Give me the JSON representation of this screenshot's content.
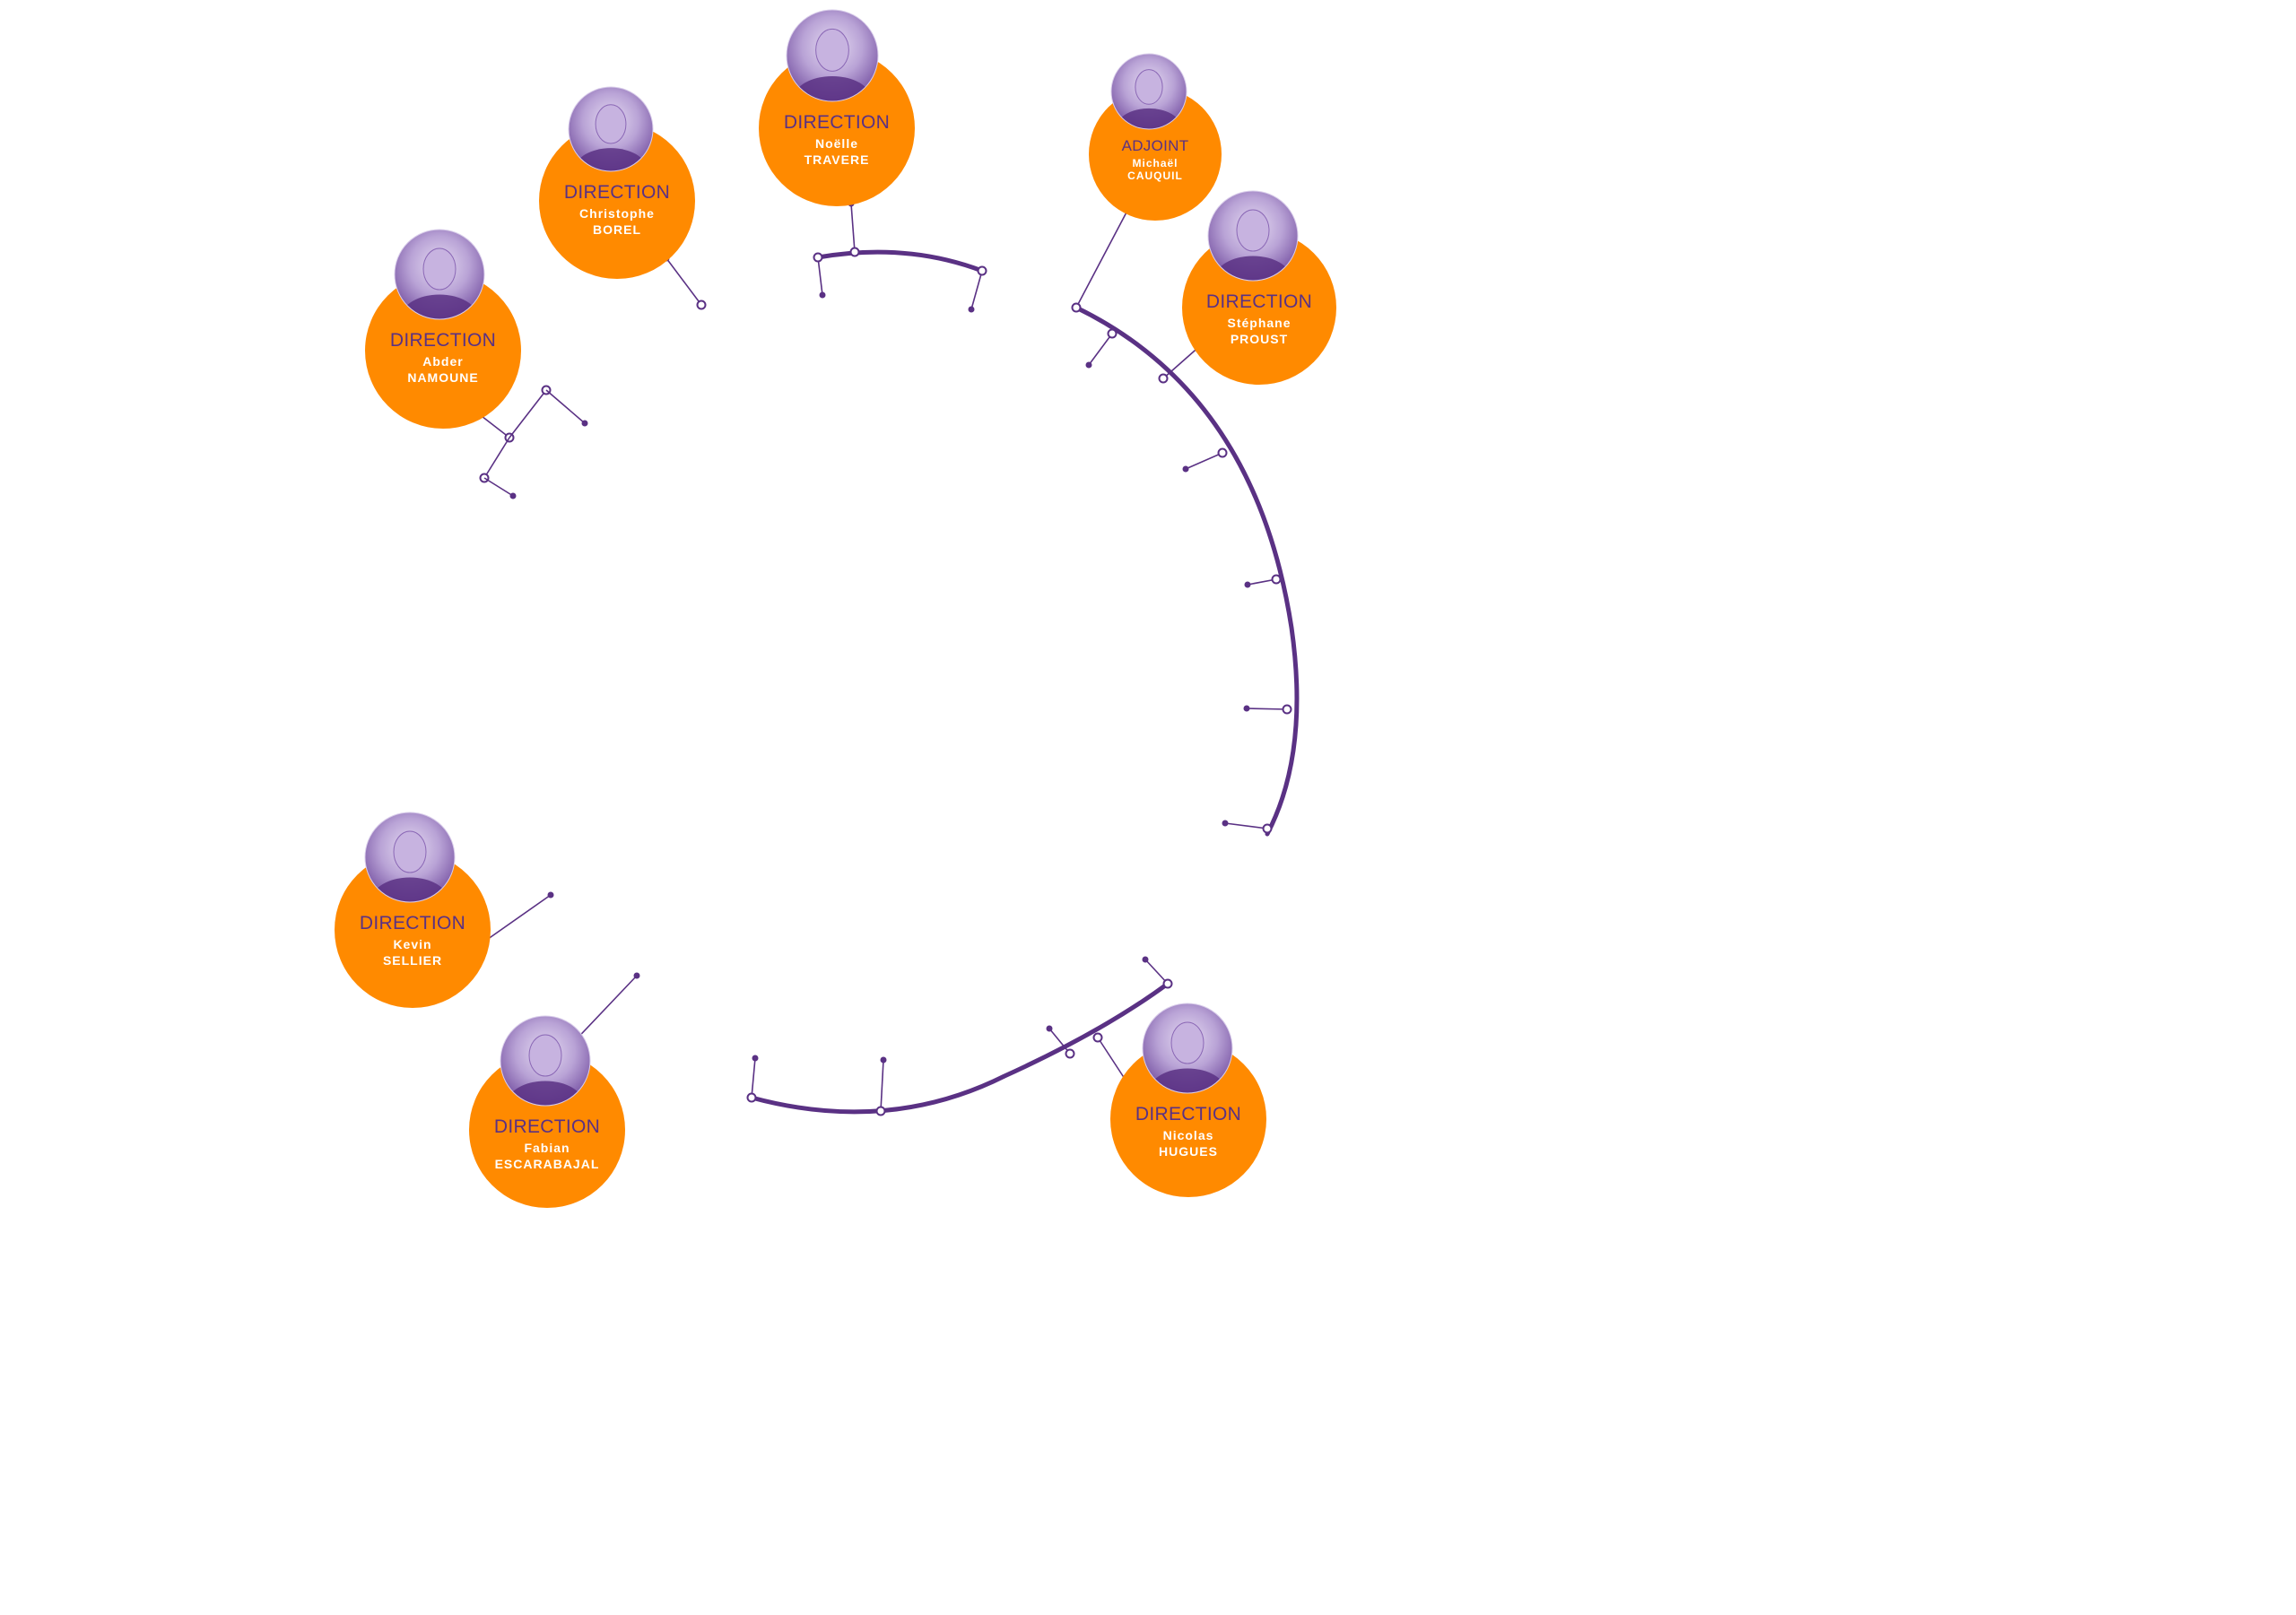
{
  "diagram": {
    "colors": {
      "node_fill": "#ff8a00",
      "line": "#5a3184",
      "photo_tint": "#a98fcb",
      "photo_dark": "#5a3184",
      "background": "#ffffff"
    },
    "people": [
      {
        "id": "travere",
        "role": "DIRECTION",
        "first": "Noëlle",
        "last": "TRAVERE"
      },
      {
        "id": "borel",
        "role": "DIRECTION",
        "first": "Christophe",
        "last": "BOREL"
      },
      {
        "id": "namoune",
        "role": "DIRECTION",
        "first": "Abder",
        "last": "NAMOUNE"
      },
      {
        "id": "cauquil",
        "role": "ADJOINT",
        "first": "Michaël",
        "last": "CAUQUIL"
      },
      {
        "id": "proust",
        "role": "DIRECTION",
        "first": "Stéphane",
        "last": "PROUST"
      },
      {
        "id": "sellier",
        "role": "DIRECTION",
        "first": "Kevin",
        "last": "SELLIER"
      },
      {
        "id": "escarabajal",
        "role": "DIRECTION",
        "first": "Fabian",
        "last": "ESCARABAJAL"
      },
      {
        "id": "hugues",
        "role": "DIRECTION",
        "first": "Nicolas",
        "last": "HUGUES"
      }
    ]
  }
}
